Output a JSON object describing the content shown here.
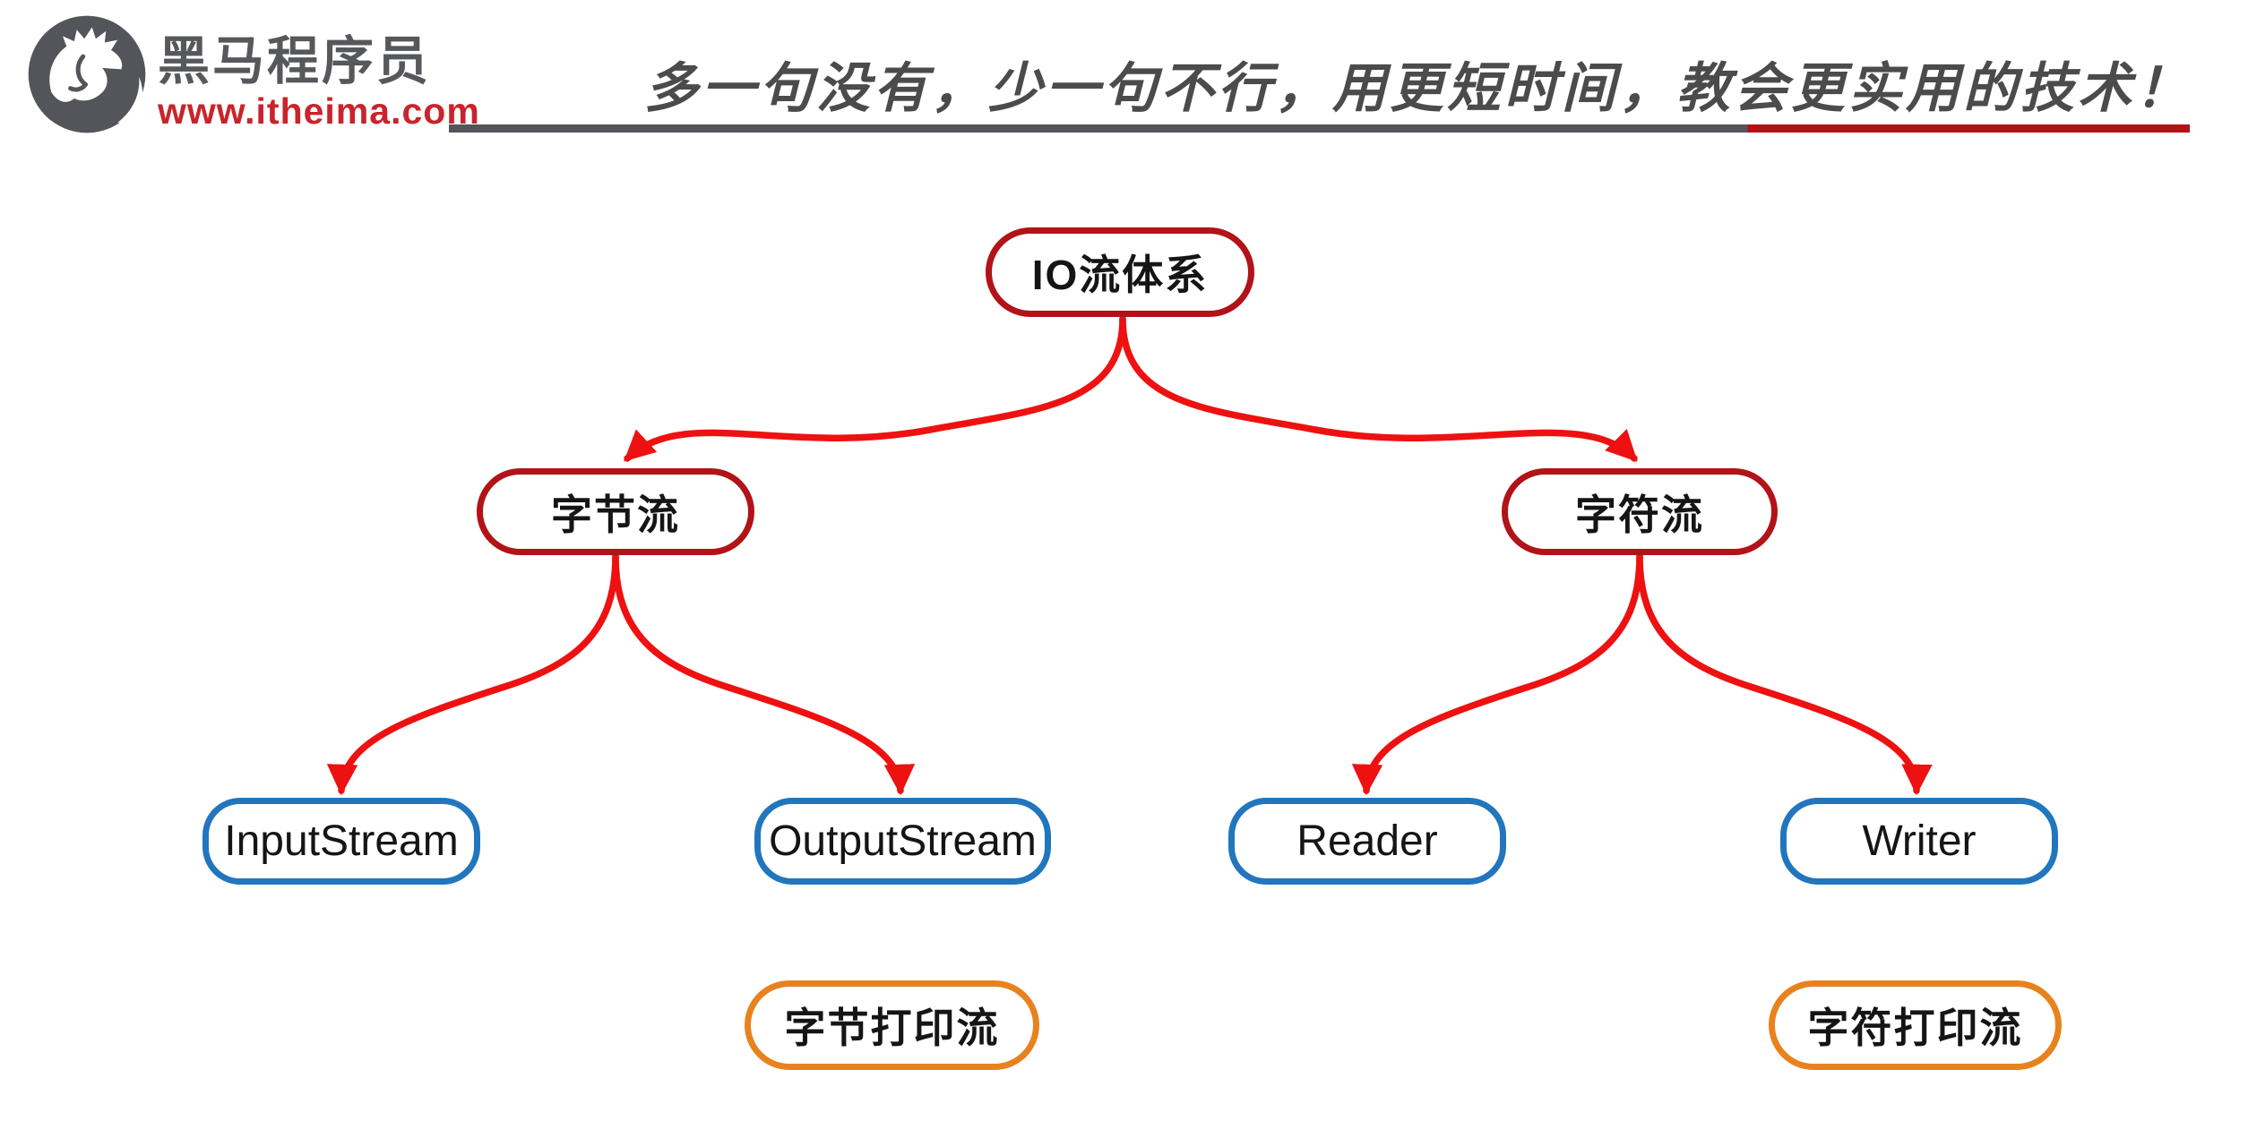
{
  "header": {
    "brand_name": "黑马程序员",
    "brand_url": "www.itheima.com",
    "slogan": "多一句没有，少一句不行，用更短时间，教会更实用的技术！"
  },
  "diagram": {
    "type": "tree",
    "nodes": {
      "root": "IO流体系",
      "byte_stream": "字节流",
      "char_stream": "字符流",
      "input_stream": "InputStream",
      "output_stream": "OutputStream",
      "reader": "Reader",
      "writer": "Writer",
      "byte_print": "字节打印流",
      "char_print": "字符打印流"
    },
    "edges": [
      "root -> byte_stream",
      "root -> char_stream",
      "byte_stream -> input_stream",
      "byte_stream -> output_stream",
      "char_stream -> reader",
      "char_stream -> writer"
    ]
  },
  "icons": {
    "logo": "horse-head-logo-icon"
  },
  "colors": {
    "node_border_red": "#b11318",
    "node_border_blue": "#2176bd",
    "node_border_orange": "#e8821e",
    "arrow_red": "#ee1111",
    "brand_gray": "#57585c",
    "brand_red": "#c9242b",
    "rule_gray": "#54555a",
    "rule_red": "#b01218"
  }
}
